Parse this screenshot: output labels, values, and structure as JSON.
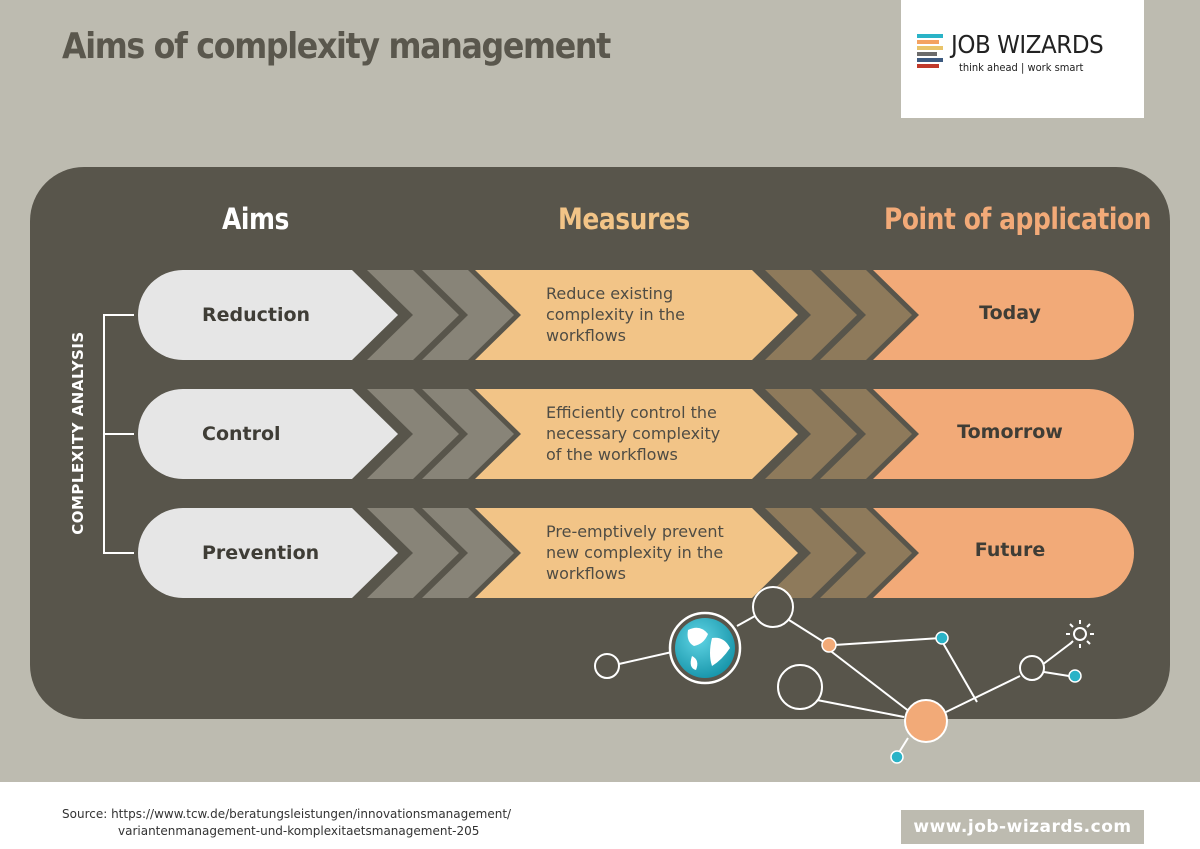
{
  "title": "Aims of complexity management",
  "logo": {
    "name": "JOB WIZARDS",
    "tagline": "think ahead | work smart",
    "bar_colors": [
      "#2ab3c7",
      "#f4a261",
      "#e9c46a",
      "#6c6c6c",
      "#3d5a80",
      "#c0392b"
    ]
  },
  "columns": {
    "aims": "Aims",
    "measures": "Measures",
    "point": "Point of application"
  },
  "side_label": "COMPLEXITY ANALYSIS",
  "rows": [
    {
      "aim": "Reduction",
      "measure": "Reduce existing complexity in the workflows",
      "point": "Today"
    },
    {
      "aim": "Control",
      "measure": "Efficiently control the necessary complexity of the workflows",
      "point": "Tomorrow"
    },
    {
      "aim": "Prevention",
      "measure": "Pre-emptively prevent new complexity in the workflows",
      "point": "Future"
    }
  ],
  "colors": {
    "background": "#bdbbb0",
    "panel": "#58554b",
    "aim_fill": "#e6e6e6",
    "measure_fill": "#f2c487",
    "point_fill": "#f2aa78",
    "measures_heading": "#f2c487",
    "point_heading": "#f2aa78",
    "node_accent": "#2ab3c7"
  },
  "source": {
    "line1": "Source: https://www.tcw.de/beratungsleistungen/innovationsmanagement/",
    "line2": "variantenmanagement-und-komplexitaetsmanagement-205"
  },
  "website": "www.job-wizards.com"
}
